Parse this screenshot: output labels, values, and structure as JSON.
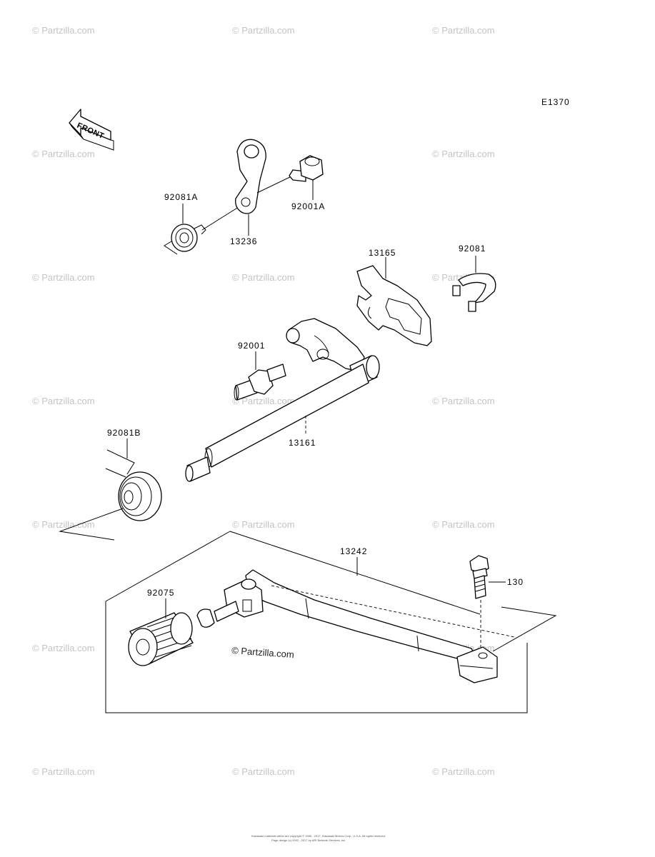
{
  "diagram": {
    "code": "E1370",
    "front_label": "FRONT",
    "watermark": "© Partzilla.com",
    "copyright": "© Partzilla.com",
    "footer_line1": "Kawasaki materials within are copyright © 1995 - 2017, Kawasaki Motors Corp., U.S.A. All rights reserved.",
    "footer_line2": "Page design (c) 2002 - 2017 by ARI Network Services, Inc.",
    "parts": [
      {
        "id": "92081A",
        "label": "92081A"
      },
      {
        "id": "13236",
        "label": "13236"
      },
      {
        "id": "92001A",
        "label": "92001A"
      },
      {
        "id": "13165",
        "label": "13165"
      },
      {
        "id": "92081",
        "label": "92081"
      },
      {
        "id": "92001",
        "label": "92001"
      },
      {
        "id": "13161",
        "label": "13161"
      },
      {
        "id": "92081B",
        "label": "92081B"
      },
      {
        "id": "13242",
        "label": "13242"
      },
      {
        "id": "92075",
        "label": "92075"
      },
      {
        "id": "130",
        "label": "130"
      }
    ]
  }
}
